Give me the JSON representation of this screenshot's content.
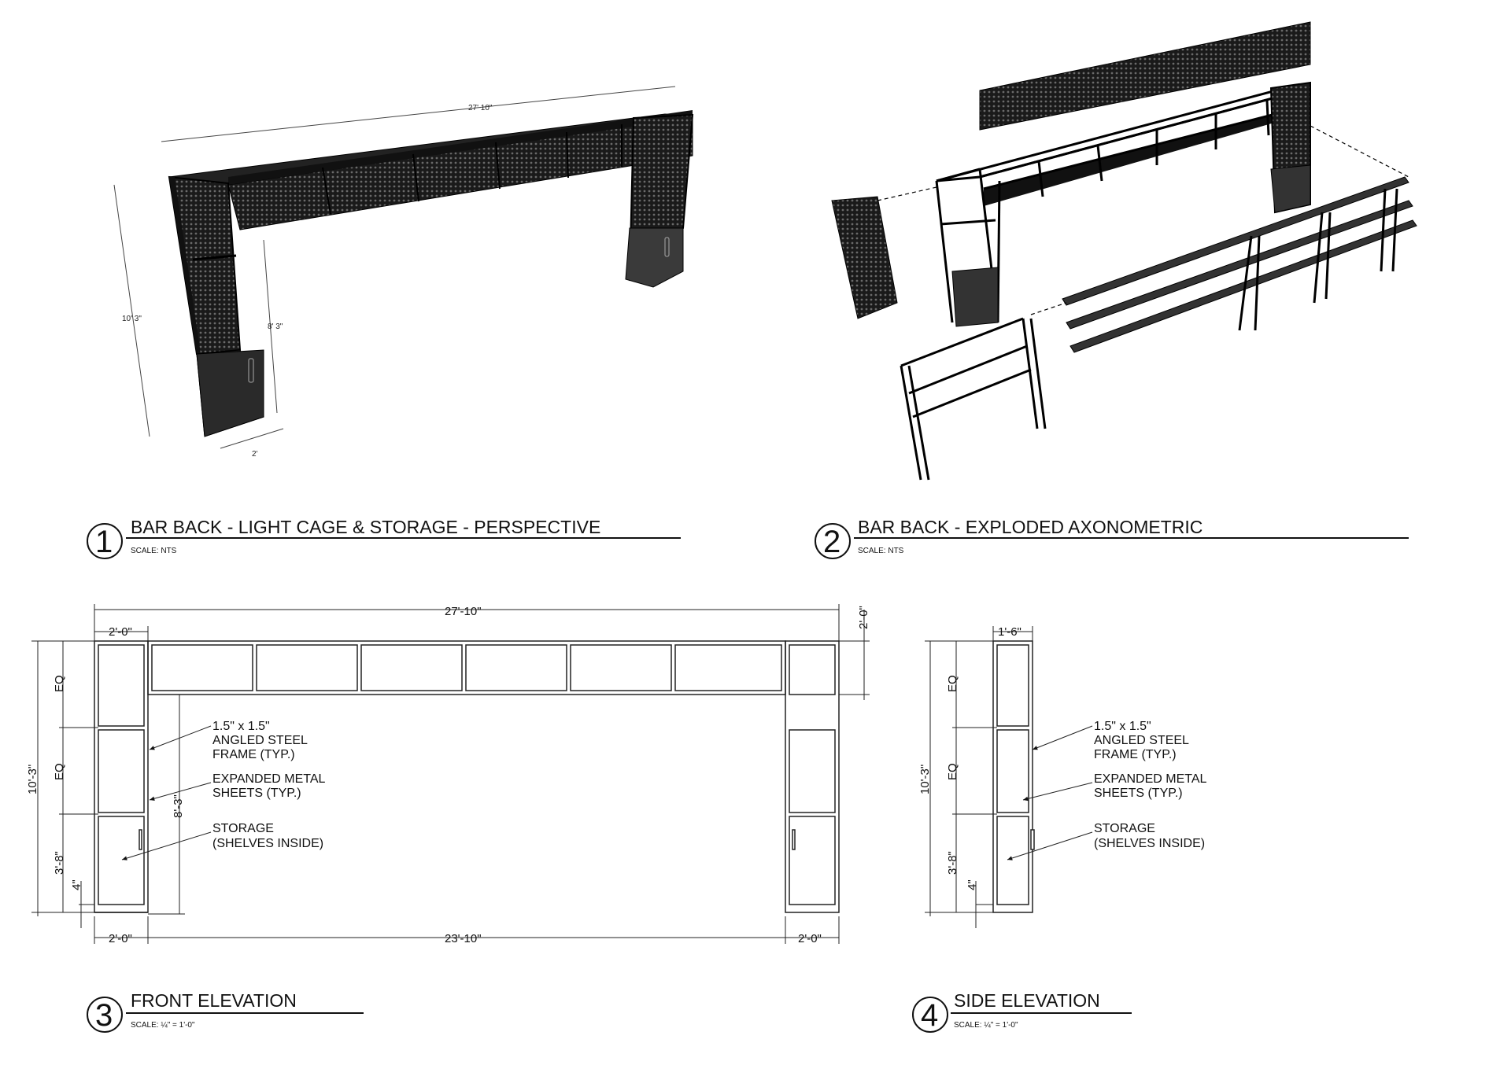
{
  "views": {
    "perspective": {
      "number": "1",
      "title": "BAR BACK - LIGHT CAGE & STORAGE - PERSPECTIVE",
      "scale": "SCALE: NTS",
      "dims": {
        "overall_width": "27' 10\"",
        "overall_height": "10' 3\"",
        "inner_height": "8' 3\"",
        "depth": "2'"
      }
    },
    "exploded": {
      "number": "2",
      "title": "BAR BACK - EXPLODED AXONOMETRIC",
      "scale": "SCALE: NTS"
    },
    "front": {
      "number": "3",
      "title": "FRONT ELEVATION",
      "scale": "SCALE: ¼\" = 1'-0\"",
      "dims": {
        "overall_width": "27'-10\"",
        "left_col": "2'-0\"",
        "top_beam": "2'-0\"",
        "overall_height": "10'-3\"",
        "eq1": "EQ",
        "eq2": "EQ",
        "base_cab": "3'-8\"",
        "toe": "4\"",
        "clear_height": "8'-3\"",
        "bottom_left": "2'-0\"",
        "bottom_mid": "23'-10\"",
        "bottom_right": "2'-0\""
      },
      "notes": {
        "frame_1": "1.5\" x 1.5\"",
        "frame_2": "ANGLED STEEL",
        "frame_3": "FRAME (TYP.)",
        "mesh_1": "EXPANDED METAL",
        "mesh_2": "SHEETS (TYP.)",
        "storage_1": "STORAGE",
        "storage_2": "(SHELVES INSIDE)"
      }
    },
    "side": {
      "number": "4",
      "title": "SIDE ELEVATION",
      "scale": "SCALE: ¼\" = 1'-0\"",
      "dims": {
        "depth": "1'-6\"",
        "overall_height": "10'-3\"",
        "eq1": "EQ",
        "eq2": "EQ",
        "base_cab": "3'-8\"",
        "toe": "4\""
      },
      "notes": {
        "frame_1": "1.5\" x 1.5\"",
        "frame_2": "ANGLED STEEL",
        "frame_3": "FRAME (TYP.)",
        "mesh_1": "EXPANDED METAL",
        "mesh_2": "SHEETS (TYP.)",
        "storage_1": "STORAGE",
        "storage_2": "(SHELVES INSIDE)"
      }
    }
  }
}
